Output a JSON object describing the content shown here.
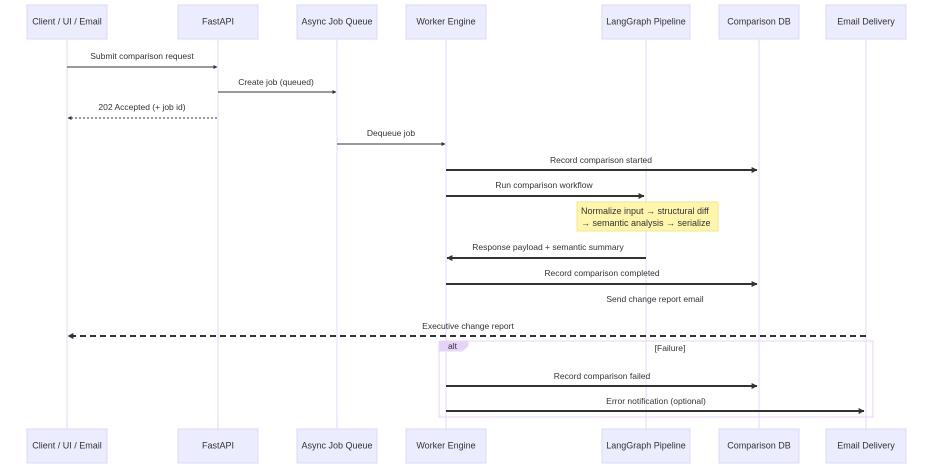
{
  "actors": [
    {
      "id": "client",
      "label": "Client / UI / Email"
    },
    {
      "id": "fastapi",
      "label": "FastAPI"
    },
    {
      "id": "queue",
      "label": "Async Job Queue"
    },
    {
      "id": "worker",
      "label": "Worker Engine"
    },
    {
      "id": "langgraph",
      "label": "LangGraph Pipeline"
    },
    {
      "id": "db",
      "label": "Comparison DB"
    },
    {
      "id": "email",
      "label": "Email Delivery"
    }
  ],
  "messages": [
    {
      "from": "client",
      "to": "fastapi",
      "text": "Submit comparison request",
      "style": "solid"
    },
    {
      "from": "fastapi",
      "to": "queue",
      "text": "Create job (queued)",
      "style": "solid"
    },
    {
      "from": "fastapi",
      "to": "client",
      "text": "202 Accepted (+ job id)",
      "style": "dotted"
    },
    {
      "from": "queue",
      "to": "worker",
      "text": "Dequeue job",
      "style": "solid"
    },
    {
      "from": "worker",
      "to": "db",
      "text": "Record comparison started",
      "style": "solid"
    },
    {
      "from": "worker",
      "to": "langgraph",
      "text": "Run comparison workflow",
      "style": "solid"
    },
    {
      "from": "langgraph",
      "to": "worker",
      "text": "Response payload + semantic summary",
      "style": "solid"
    },
    {
      "from": "worker",
      "to": "db",
      "text": "Record comparison completed",
      "style": "solid"
    },
    {
      "from": "email",
      "to": "client",
      "text": "Executive change report",
      "style": "dashed"
    },
    {
      "from": "worker",
      "to": "db",
      "text": "Record comparison failed",
      "style": "solid"
    },
    {
      "from": "worker",
      "to": "email",
      "text": "Error notification (optional)",
      "style": "solid"
    }
  ],
  "note": {
    "over": "langgraph",
    "lines": [
      "Normalize input → structural diff",
      "→ semantic analysis → serialize"
    ]
  },
  "floating_text": "Send change report email",
  "alt_block": {
    "label": "alt",
    "condition": "[Failure]"
  },
  "colors": {
    "actor_fill": "#ECECFF",
    "actor_border": "#DCD8F5",
    "lifeline": "#E7D7F7",
    "arrow": "#333333",
    "note_fill": "#FFF5AD",
    "note_border": "#F0E68C",
    "alt_tag": "#E5D4F7"
  }
}
